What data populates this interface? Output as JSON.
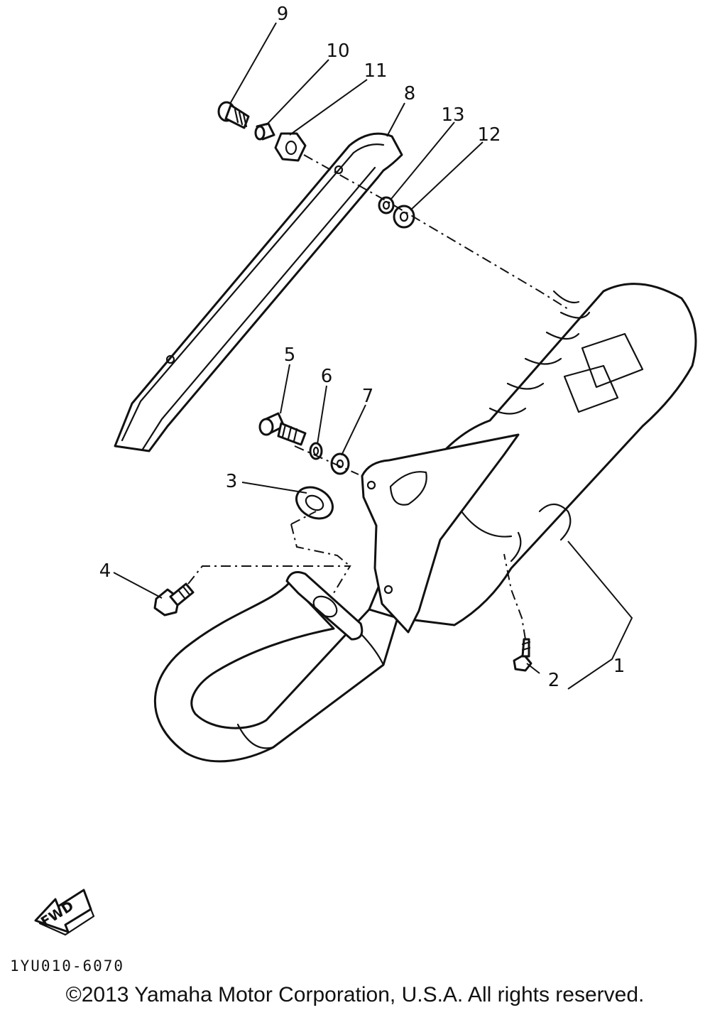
{
  "callouts": {
    "c1": "1",
    "c2": "2",
    "c3": "3",
    "c4": "4",
    "c5": "5",
    "c6": "6",
    "c7": "7",
    "c8": "8",
    "c9": "9",
    "c10": "10",
    "c11": "11",
    "c12": "12",
    "c13": "13"
  },
  "fwd_label": "FWD",
  "diagram_code": "1YU010-6070",
  "copyright": "©2013 Yamaha Motor Corporation, U.S.A. All rights reserved."
}
